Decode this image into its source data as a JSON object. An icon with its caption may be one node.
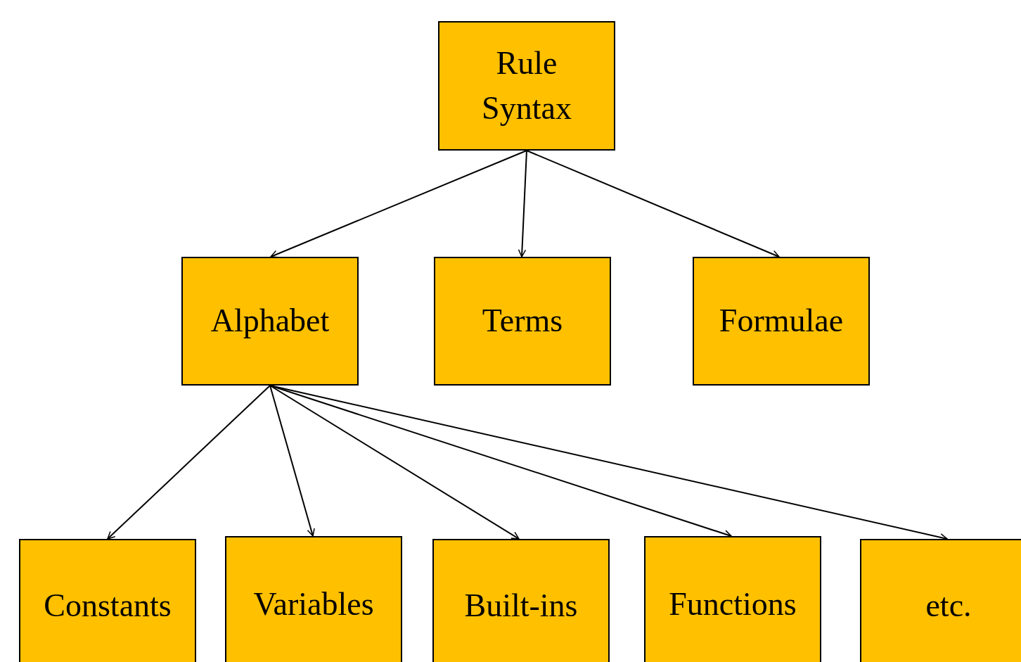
{
  "diagram": {
    "nodes": [
      {
        "text": [
          "Rule Syntax"
        ]
      },
      {
        "text": [
          "Alphabet"
        ]
      },
      {
        "text": [
          "Terms"
        ]
      },
      {
        "text": [
          "Formulae"
        ]
      },
      {
        "text": [
          "Constants"
        ]
      },
      {
        "text": [
          "Variables"
        ]
      },
      {
        "text": [
          "Built-ins"
        ]
      },
      {
        "text": [
          "Functions"
        ]
      },
      {
        "text": [
          "etc."
        ]
      }
    ],
    "edges": [
      {
        "from": 0,
        "to": 1,
        "arrow": "to"
      },
      {
        "from": 0,
        "to": 2,
        "arrow": "to"
      },
      {
        "from": 0,
        "to": 3,
        "arrow": "to"
      },
      {
        "from": 1,
        "to": 4,
        "arrow": "to"
      },
      {
        "from": 1,
        "to": 5,
        "arrow": "to"
      },
      {
        "from": 1,
        "to": 6,
        "arrow": "to"
      },
      {
        "from": 1,
        "to": 7,
        "arrow": "to"
      },
      {
        "from": 1,
        "to": 8,
        "arrow": "to"
      }
    ]
  }
}
